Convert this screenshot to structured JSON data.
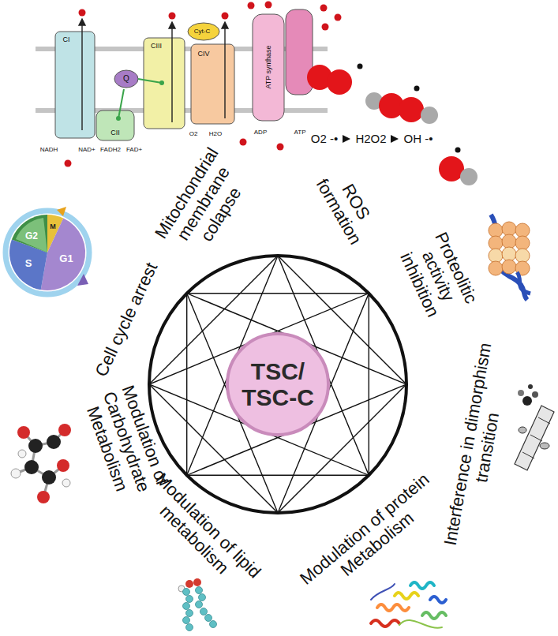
{
  "diagram": {
    "nodes": [
      {
        "text": [
          "TSC/ TSC-C"
        ]
      }
    ],
    "labels": [
      "Mitochondrial membrane colapse",
      "ROS formation",
      "Proteolitic activity inhibition",
      "Interference in dimorphism transition",
      "Modulation of protein Metabolism",
      "Modulation of lipid metabolism",
      "Modulation of Carbohydrate Metabolism",
      "Cell cycle arrest",
      "CI",
      "CII",
      "Q",
      "CIII",
      "Cyt-C",
      "CIV",
      "ATP synthase",
      "NADH",
      "NAD+",
      "FADH2",
      "FAD+",
      "O2",
      "H2O",
      "ADP",
      "ATP",
      "O2 -•",
      "H2O2",
      "OH -•",
      "G1",
      "S",
      "G2",
      "M"
    ]
  }
}
